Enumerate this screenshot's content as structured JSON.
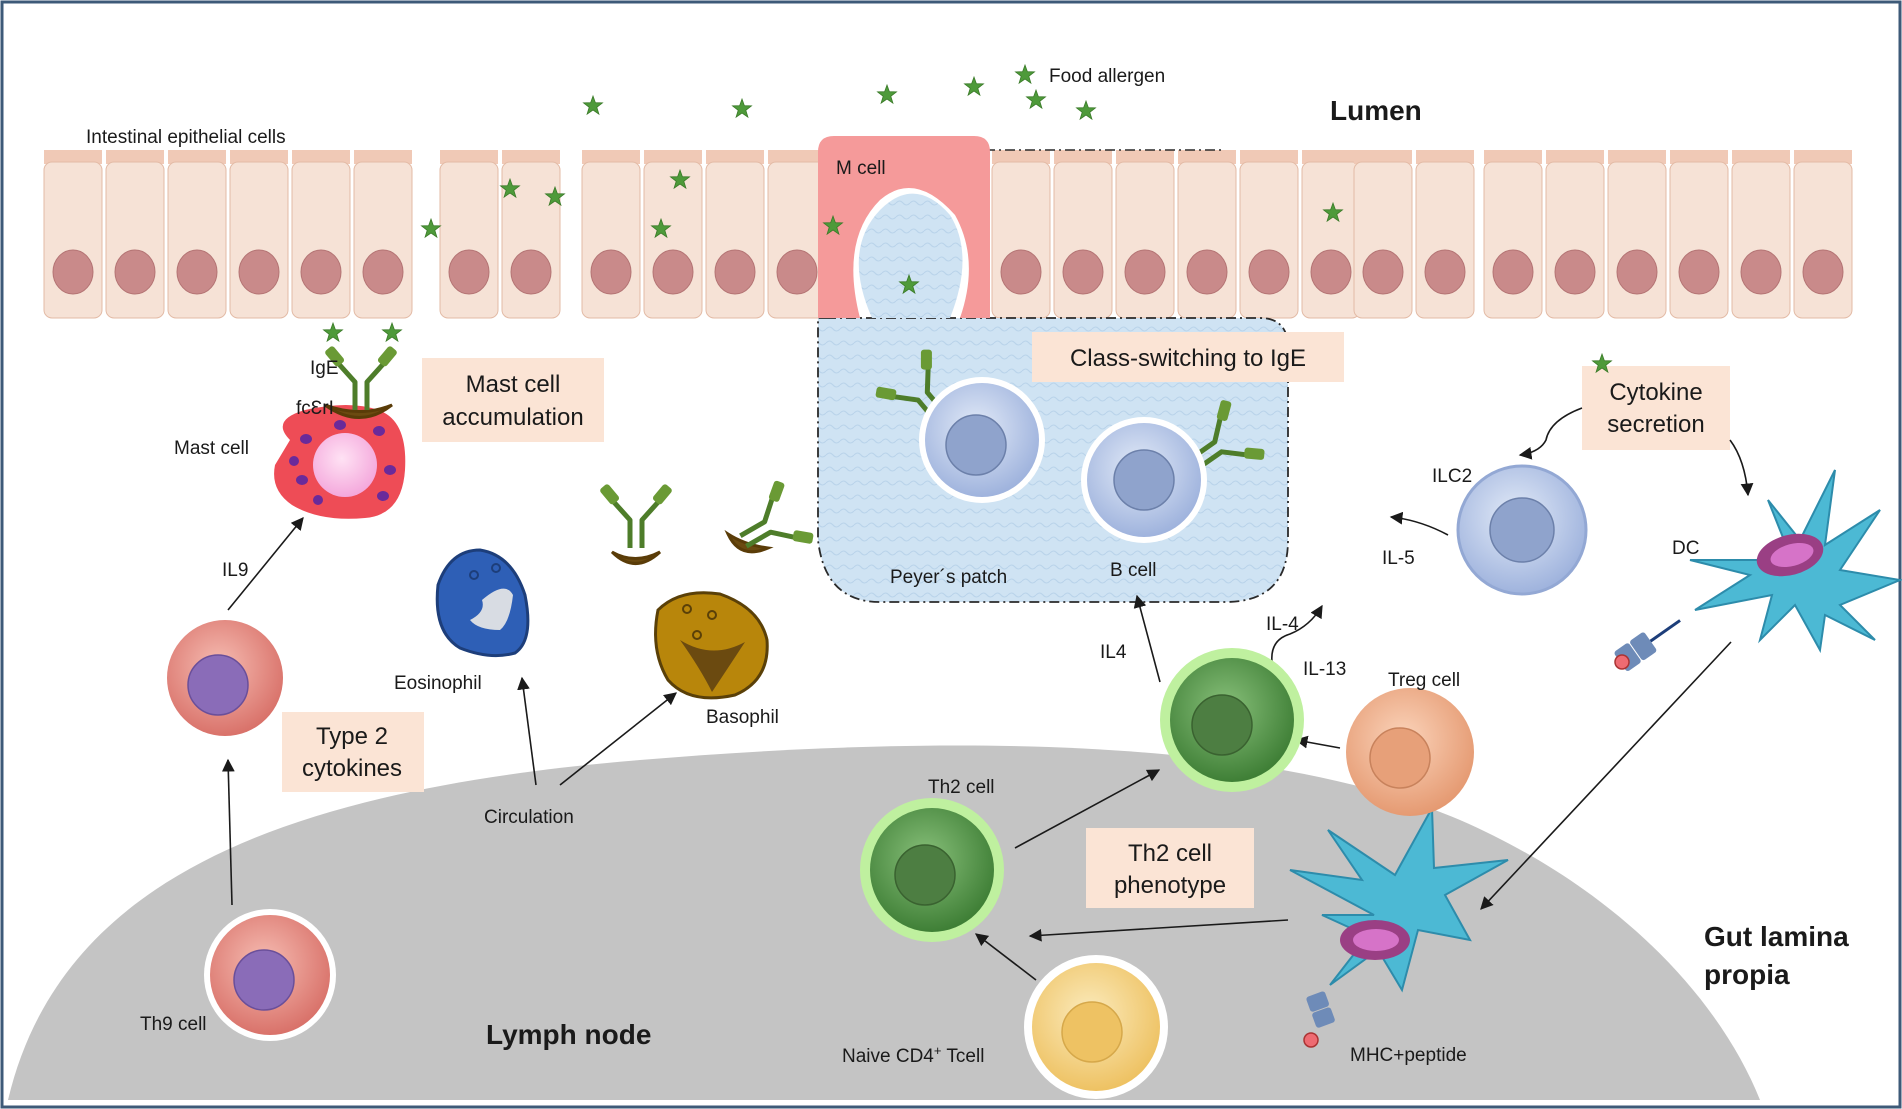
{
  "labels": {
    "food_allergen": "Food allergen",
    "lumen": "Lumen",
    "intestinal_epithelial_cells": "Intestinal epithelial cells",
    "m_cell": "M cell",
    "class_switching": "Class-switching to IgE",
    "cytokine_secretion_line1": "Cytokine",
    "cytokine_secretion_line2": "secretion",
    "ige": "IgE",
    "fceri": "fcƐrI",
    "mast_cell": "Mast cell",
    "mast_cell_accumulation_line1": "Mast cell",
    "mast_cell_accumulation_line2": "accumulation",
    "ilc2": "ILC2",
    "il5": "IL-5",
    "dc": "DC",
    "peyers_patch": "Peyer´s patch",
    "b_cell": "B cell",
    "il9": "IL9",
    "eosinophil": "Eosinophil",
    "basophil": "Basophil",
    "il4_left": "IL4",
    "il4_right": "IL-4",
    "il13": "IL-13",
    "treg_cell": "Treg cell",
    "type2_line1": "Type 2",
    "type2_line2": "cytokines",
    "circulation": "Circulation",
    "th2_cell": "Th2 cell",
    "th2_phenotype_line1": "Th2 cell",
    "th2_phenotype_line2": "phenotype",
    "gut_lamina_line1": "Gut lamina",
    "gut_lamina_line2": "propia",
    "th9_cell": "Th9 cell",
    "lymph_node": "Lymph node",
    "naive_cd4_prefix": "Naive CD4",
    "naive_cd4_sup": "+",
    "naive_cd4_suffix": " Tcell",
    "mhc_peptide": "MHC+peptide"
  },
  "colors": {
    "frame": "#3d5a78",
    "lymph_node": "#c4c4c4",
    "epithelium": "#f6e2d6",
    "nucleus": "#c98a8a",
    "m_cell": "#f59a9a",
    "peyers_patch": "#cfe3f3",
    "box_fill": "#fbe4d5",
    "allergen": "#4e9a3a",
    "antibody": "#4e7d2a",
    "receptor": "#6b4a10",
    "b_cell": "#b7c8e6",
    "th2": "#5f9b52",
    "th9": "#e38b82",
    "treg": "#eca883",
    "naive": "#f3d489",
    "mast_cell": "#ee4c56",
    "eosinophil": "#2e5fb6",
    "basophil": "#b8860b",
    "dendritic": "#4cb9d4"
  }
}
